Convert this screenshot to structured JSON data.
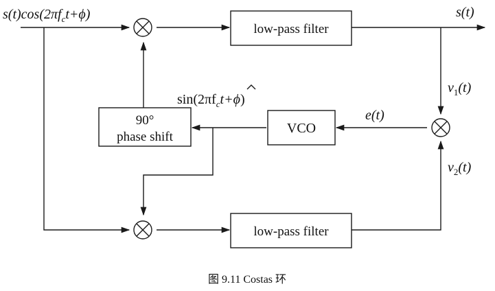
{
  "signals": {
    "input_label": "s(t)cos(2πf",
    "input_sub": "c",
    "input_tail": "t+ϕ)",
    "output_label": "s(t)",
    "v1_label": "v",
    "v1_sub": "1",
    "v1_tail": "(t)",
    "v2_label": "v",
    "v2_sub": "2",
    "v2_tail": "(t)",
    "error_label": "e(t)",
    "vco_out_label": "sin(2πf",
    "vco_out_sub": "c",
    "vco_out_tail": "t+",
    "vco_out_hat": "ϕ",
    "vco_out_close": ")"
  },
  "blocks": {
    "lpf_top": "low-pass filter",
    "lpf_bottom": "low-pass filter",
    "vco": "VCO",
    "phase_shift_line1": "90°",
    "phase_shift_line2": "phase shift"
  },
  "caption": "图 9.11 Costas 环"
}
